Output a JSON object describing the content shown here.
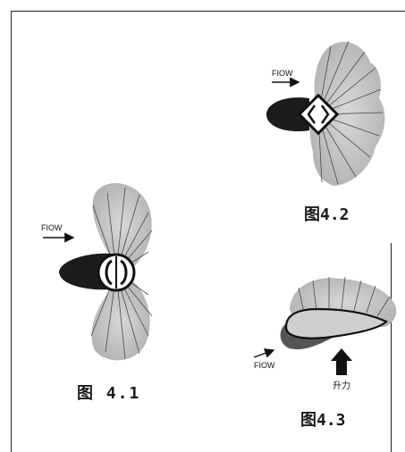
{
  "figures": [
    {
      "caption": "图 4.1",
      "flow_label": "FIOW"
    },
    {
      "caption": "图4.2",
      "flow_label": "FIOW"
    },
    {
      "caption": "图4.3",
      "flow_label": "FIOW",
      "lift_label": "升力"
    }
  ],
  "colors": {
    "wake": "#1c1c1c",
    "pressure_fill": "#cfcfcf",
    "hatch": "#4a4a4a",
    "outline": "#111111"
  }
}
